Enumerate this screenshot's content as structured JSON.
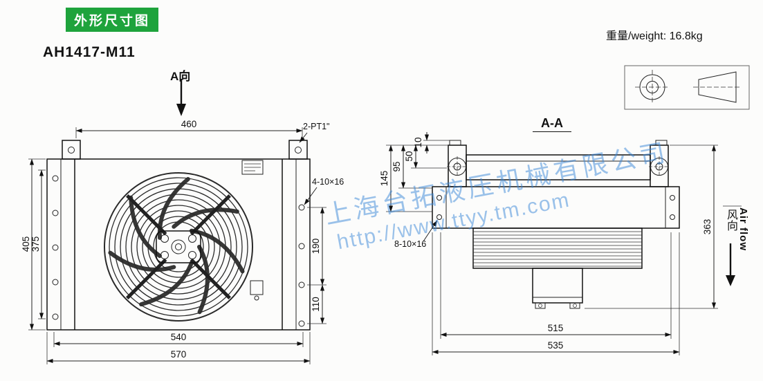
{
  "header": {
    "badge": "外形尺寸图",
    "model": "AH1417-M11",
    "weight": "重量/weight: 16.8kg"
  },
  "colors": {
    "badge_bg": "#1ea33c",
    "badge_text": "#ffffff",
    "watermark": "#3a87d8",
    "line": "#111111"
  },
  "front_view": {
    "view_label": "A向",
    "dims": {
      "top_width": "460",
      "height_outer": "405",
      "height_inner": "375",
      "bottom_inner": "540",
      "bottom_outer": "570",
      "hole_span_upper": "190",
      "hole_span_lower": "110"
    },
    "labels": {
      "ports": "2-PT1\"",
      "holes": "4-10×16"
    }
  },
  "section_view": {
    "title": "A-A",
    "dims": {
      "d10": "10",
      "d50": "50",
      "d95": "95",
      "d145": "145",
      "d363": "363",
      "d515": "515",
      "d535": "535"
    },
    "labels": {
      "holes": "8-10×16"
    },
    "airflow": {
      "cn": "风向",
      "en": "Air flow"
    }
  },
  "watermark": {
    "line1": "上海台拓液压机械有限公司",
    "line2": "http://www.ttyy.tm.com"
  }
}
